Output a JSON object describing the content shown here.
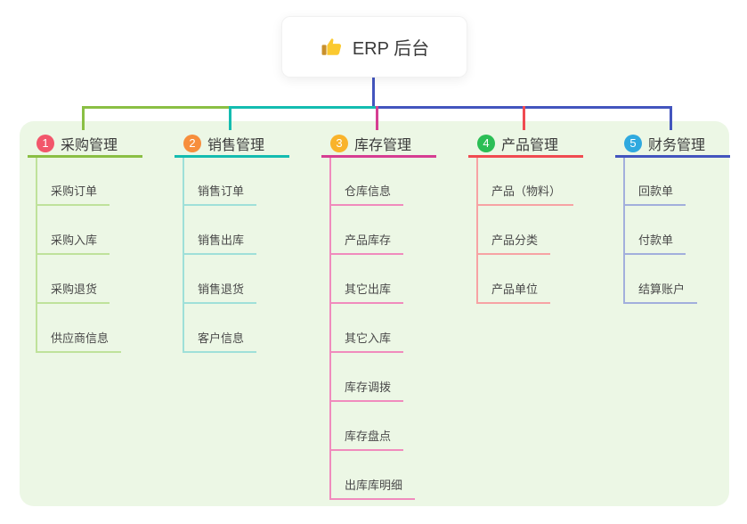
{
  "root": {
    "title": "ERP 后台",
    "icon": "thumbs-up-icon",
    "icon_colors": {
      "hand": "#FBC92F",
      "sleeve": "#C8902C"
    },
    "line_color": "#4355BE"
  },
  "panel_color": "#ECF7E5",
  "branches": [
    {
      "badge": "1",
      "badge_color": "#F2566B",
      "label": "采购管理",
      "line_color": "#8ABF44",
      "light_color": "#BFE29B",
      "children": [
        "采购订单",
        "采购入库",
        "采购退货",
        "供应商信息"
      ]
    },
    {
      "badge": "2",
      "badge_color": "#F78E3C",
      "label": "销售管理",
      "line_color": "#14BCB0",
      "light_color": "#9FE0D9",
      "children": [
        "销售订单",
        "销售出库",
        "销售退货",
        "客户信息"
      ]
    },
    {
      "badge": "3",
      "badge_color": "#F9B32B",
      "label": "库存管理",
      "line_color": "#D63E92",
      "light_color": "#F08BBD",
      "children": [
        "仓库信息",
        "产品库存",
        "其它出库",
        "其它入库",
        "库存调拨",
        "库存盘点",
        "出库库明细"
      ]
    },
    {
      "badge": "4",
      "badge_color": "#2BBE55",
      "label": "产品管理",
      "line_color": "#F04B51",
      "light_color": "#F7A3A4",
      "children": [
        "产品（物料）",
        "产品分类",
        "产品单位"
      ]
    },
    {
      "badge": "5",
      "badge_color": "#2FA9DF",
      "label": "财务管理",
      "line_color": "#4355BE",
      "light_color": "#A2AFDC",
      "children": [
        "回款单",
        "付款单",
        "结算账户"
      ]
    }
  ]
}
